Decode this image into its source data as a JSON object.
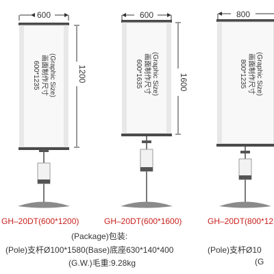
{
  "stands": [
    {
      "width_label": "600",
      "height_label": "1200",
      "graphic_size_en": "(Graphic Size)",
      "graphic_size_cn": "画面制作尺寸",
      "graphic_size_value": "600*1235",
      "model": "GH–20DT(600*1200)"
    },
    {
      "width_label": "600",
      "height_label": "1600",
      "graphic_size_en": "(Graphic Size)",
      "graphic_size_cn": "画面制作尺寸",
      "graphic_size_value": "600*1635",
      "model": "GH–20DT(600*1600)"
    },
    {
      "width_label": "800",
      "height_label": "",
      "graphic_size_en": "(Graphic Size)",
      "graphic_size_cn": "画面制作尺寸",
      "graphic_size_value": "800*1235",
      "model": "GH–20DT(800*12"
    }
  ],
  "specs": {
    "package": "(Package)包装:",
    "pole_base": "(Pole)支杆Ø100*1580(Base)底座630*140*400",
    "gross_weight": "(G.W.)毛重:9.28kg",
    "right_partial_1": "(Pole)支杆Ø10",
    "right_partial_2": "(G"
  },
  "colors": {
    "model_text": "#c8201c",
    "line": "#333333",
    "panel_edge": "#cfcfcf"
  }
}
